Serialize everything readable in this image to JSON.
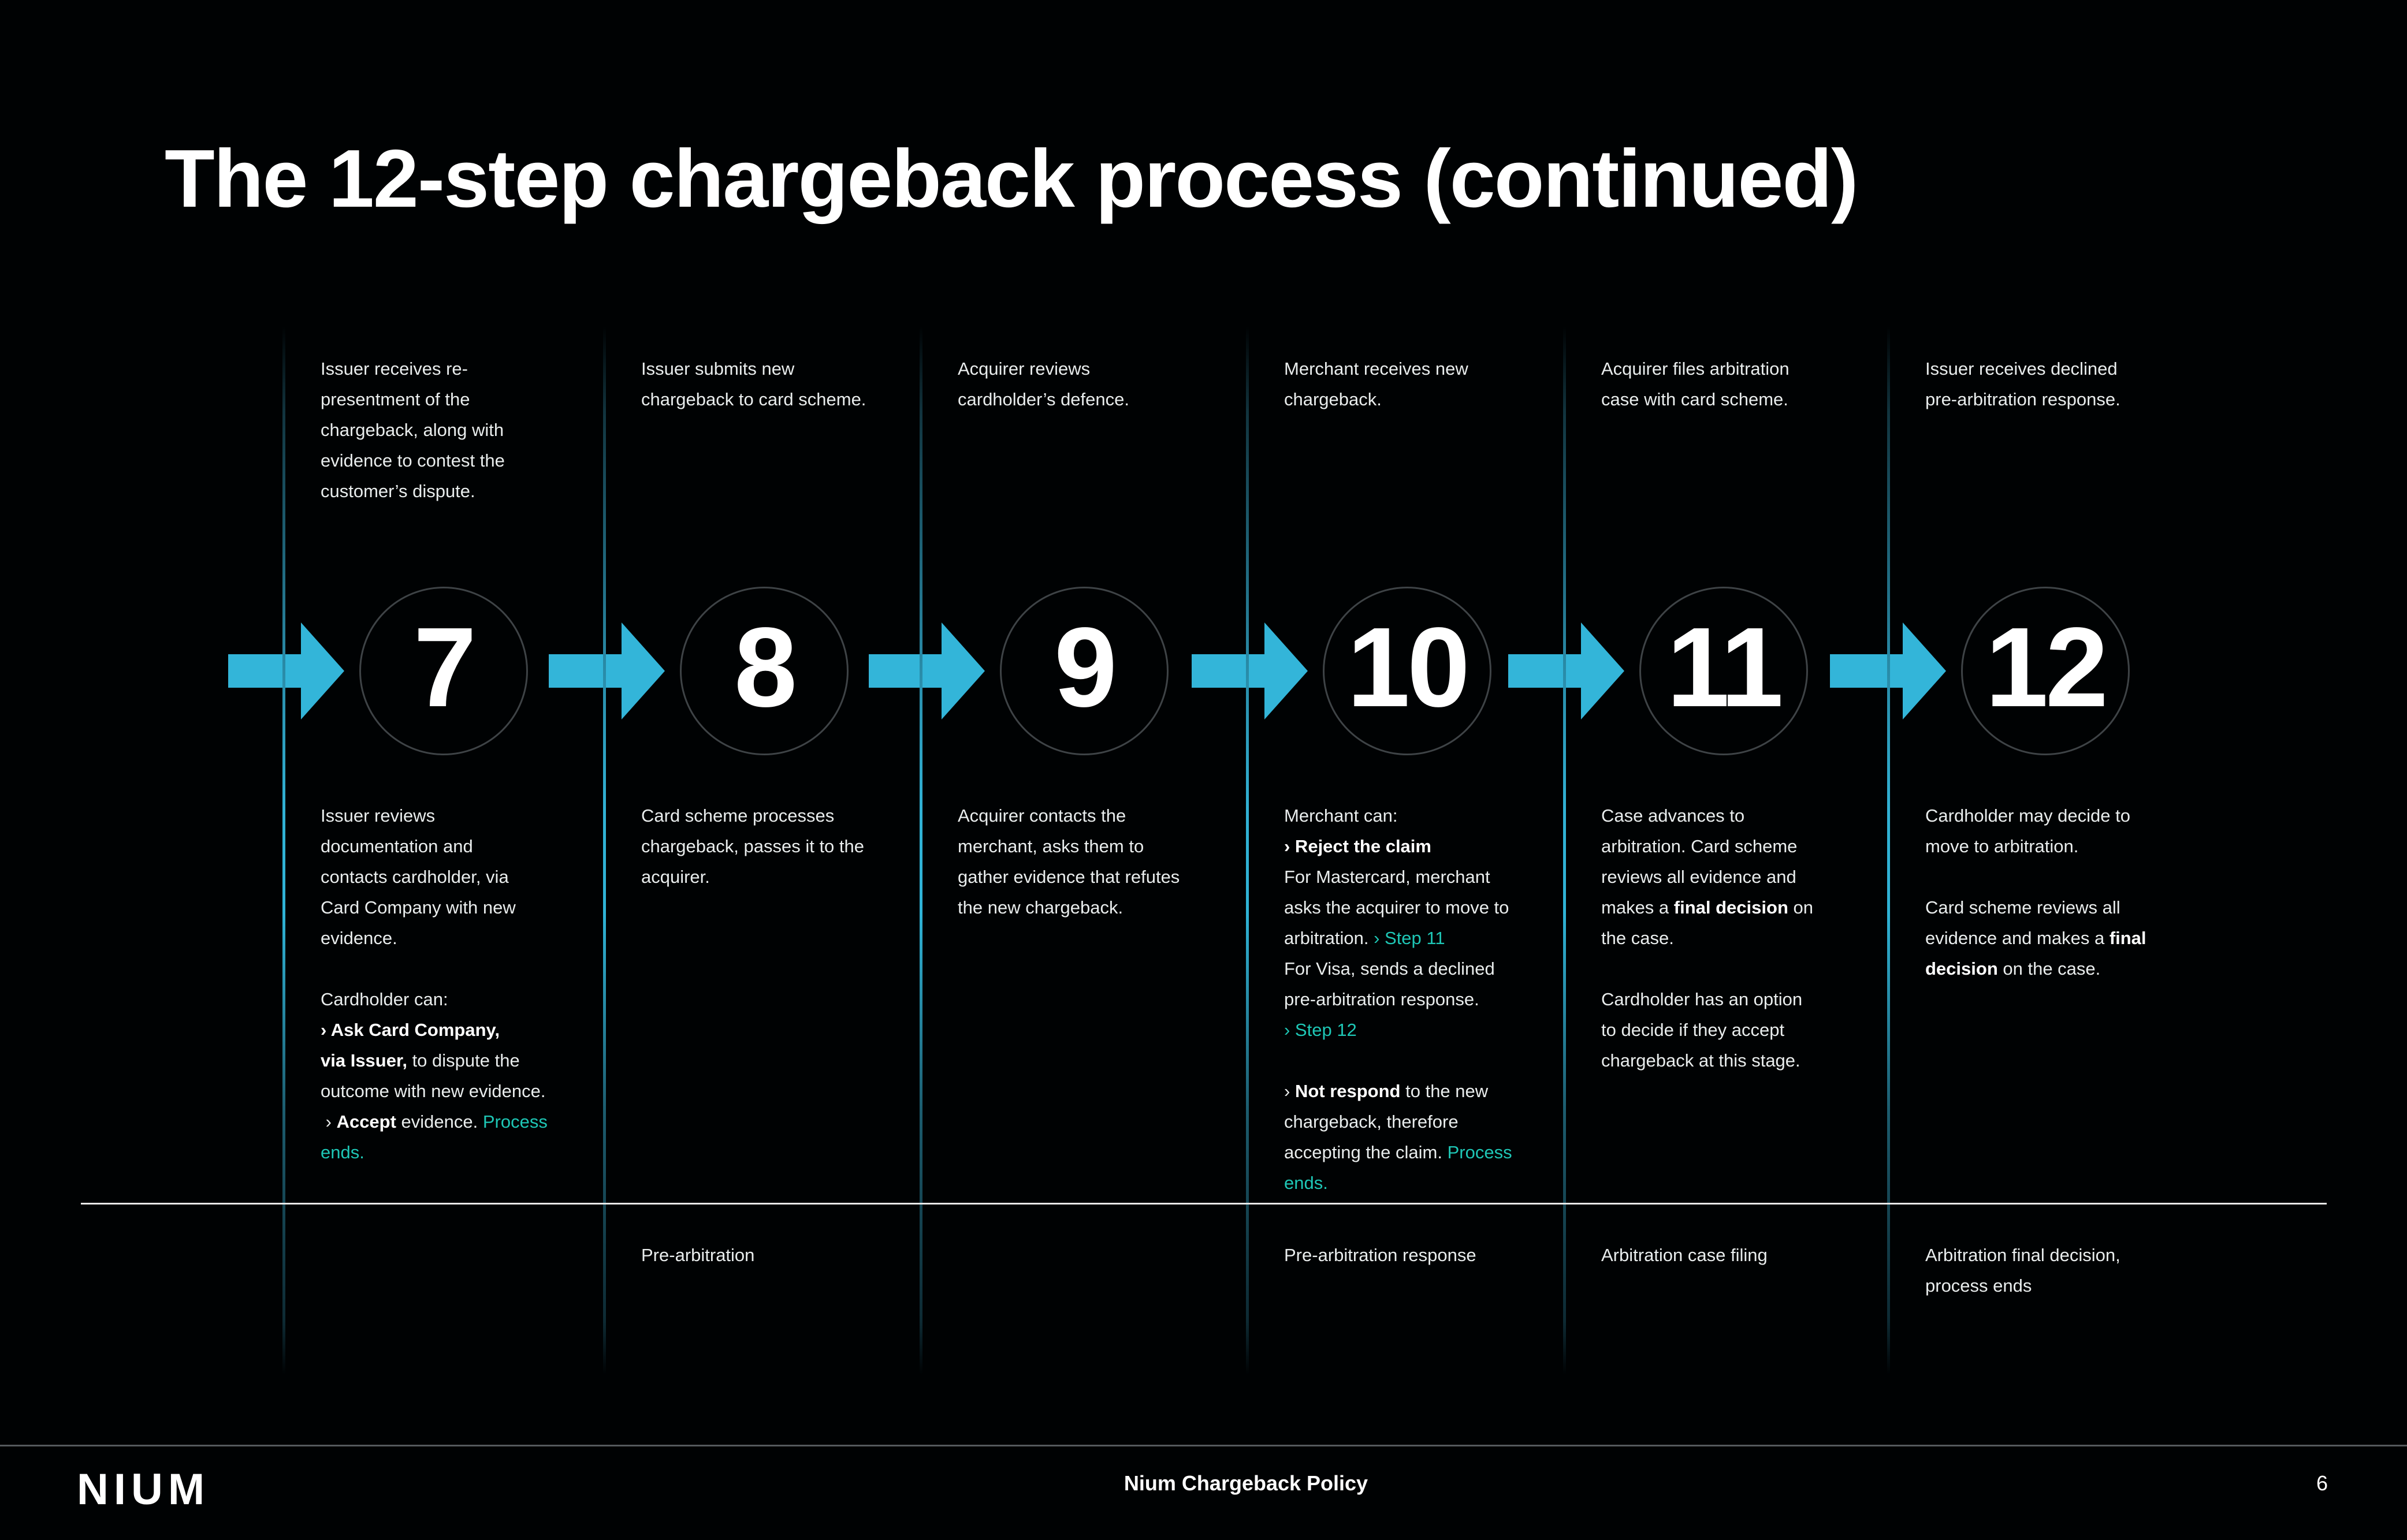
{
  "title": "The 12-step chargeback process (continued)",
  "colors": {
    "arrow_cyan": "#33b5d9",
    "link_teal": "#1ec7b6",
    "line_bright_teal": "#31b1d4",
    "circle_border": "#3e4346",
    "stage_divider_white": "#e8e8e8",
    "footer_divider_gray": "#55595c",
    "body_text": "#e9eded"
  },
  "steps": [
    {
      "number": "7",
      "top": [
        [
          {
            "t": "Issuer receives re-"
          }
        ],
        [
          {
            "t": "presentment of the"
          }
        ],
        [
          {
            "t": "chargeback, along with"
          }
        ],
        [
          {
            "t": "evidence to contest the"
          }
        ],
        [
          {
            "t": "customer’s dispute."
          }
        ]
      ],
      "bottom": [
        [
          {
            "t": "Issuer reviews"
          }
        ],
        [
          {
            "t": "documentation and"
          }
        ],
        [
          {
            "t": "contacts cardholder, via"
          }
        ],
        [
          {
            "t": "Card Company with new"
          }
        ],
        [
          {
            "t": "evidence."
          }
        ],
        [],
        [
          {
            "t": "Cardholder can:"
          }
        ],
        [
          {
            "t": "› Ask Card Company,",
            "b": true
          }
        ],
        [
          {
            "t": "via Issuer,",
            "b": true
          },
          {
            "t": " to dispute the"
          }
        ],
        [
          {
            "t": "outcome with new evidence."
          }
        ],
        [
          {
            "t": " › "
          },
          {
            "t": "Accept",
            "b": true
          },
          {
            "t": " evidence. "
          },
          {
            "t": "Process",
            "c": "teal"
          }
        ],
        [
          {
            "t": "ends.",
            "c": "teal"
          }
        ]
      ],
      "label": []
    },
    {
      "number": "8",
      "top": [
        [
          {
            "t": "Issuer submits new"
          }
        ],
        [
          {
            "t": "chargeback to card scheme."
          }
        ]
      ],
      "bottom": [
        [
          {
            "t": "Card scheme processes"
          }
        ],
        [
          {
            "t": "chargeback, passes it to the"
          }
        ],
        [
          {
            "t": "acquirer."
          }
        ]
      ],
      "label": [
        [
          {
            "t": "Pre-arbitration"
          }
        ]
      ]
    },
    {
      "number": "9",
      "top": [
        [
          {
            "t": "Acquirer reviews"
          }
        ],
        [
          {
            "t": "cardholder’s defence."
          }
        ]
      ],
      "bottom": [
        [
          {
            "t": "Acquirer contacts the"
          }
        ],
        [
          {
            "t": "merchant, asks them to"
          }
        ],
        [
          {
            "t": "gather evidence that refutes"
          }
        ],
        [
          {
            "t": "the new chargeback."
          }
        ]
      ],
      "label": []
    },
    {
      "number": "10",
      "top": [
        [
          {
            "t": "Merchant receives new"
          }
        ],
        [
          {
            "t": "chargeback."
          }
        ]
      ],
      "bottom": [
        [
          {
            "t": "Merchant can:"
          }
        ],
        [
          {
            "t": "› Reject the claim",
            "b": true
          }
        ],
        [
          {
            "t": "For Mastercard, merchant"
          }
        ],
        [
          {
            "t": "asks the acquirer to move to"
          }
        ],
        [
          {
            "t": "arbitration. "
          },
          {
            "t": "› Step 11",
            "c": "teal",
            "link": true
          }
        ],
        [
          {
            "t": "For Visa, sends a declined"
          }
        ],
        [
          {
            "t": "pre-arbitration response."
          }
        ],
        [
          {
            "t": "› Step 12",
            "c": "teal",
            "link": true
          }
        ],
        [],
        [
          {
            "t": "› "
          },
          {
            "t": "Not respond",
            "b": true
          },
          {
            "t": " to the new"
          }
        ],
        [
          {
            "t": "chargeback, therefore"
          }
        ],
        [
          {
            "t": "accepting the claim. "
          },
          {
            "t": "Process",
            "c": "teal"
          }
        ],
        [
          {
            "t": "ends.",
            "c": "teal"
          }
        ]
      ],
      "label": [
        [
          {
            "t": "Pre-arbitration response"
          }
        ]
      ]
    },
    {
      "number": "11",
      "top": [
        [
          {
            "t": "Acquirer files arbitration"
          }
        ],
        [
          {
            "t": "case with card scheme."
          }
        ]
      ],
      "bottom": [
        [
          {
            "t": "Case advances to"
          }
        ],
        [
          {
            "t": "arbitration. Card scheme"
          }
        ],
        [
          {
            "t": "reviews all evidence and"
          }
        ],
        [
          {
            "t": "makes a "
          },
          {
            "t": "final decision",
            "b": true
          },
          {
            "t": " on"
          }
        ],
        [
          {
            "t": "the case."
          }
        ],
        [],
        [
          {
            "t": "Cardholder has an option"
          }
        ],
        [
          {
            "t": "to decide if they accept"
          }
        ],
        [
          {
            "t": "chargeback at this stage."
          }
        ]
      ],
      "label": [
        [
          {
            "t": "Arbitration case filing"
          }
        ]
      ]
    },
    {
      "number": "12",
      "top": [
        [
          {
            "t": "Issuer receives declined"
          }
        ],
        [
          {
            "t": "pre-arbitration response."
          }
        ]
      ],
      "bottom": [
        [
          {
            "t": "Cardholder may decide to"
          }
        ],
        [
          {
            "t": "move to arbitration."
          }
        ],
        [],
        [
          {
            "t": "Card scheme reviews all"
          }
        ],
        [
          {
            "t": "evidence and makes a "
          },
          {
            "t": "final",
            "b": true
          }
        ],
        [
          {
            "t": "decision",
            "b": true
          },
          {
            "t": " on the case."
          }
        ]
      ],
      "label": [
        [
          {
            "t": "Arbitration final decision,"
          }
        ],
        [
          {
            "t": "process ends"
          }
        ]
      ]
    }
  ],
  "footer": {
    "brand": "NIUM",
    "document_title": "Nium Chargeback Policy",
    "page_number": "6"
  }
}
